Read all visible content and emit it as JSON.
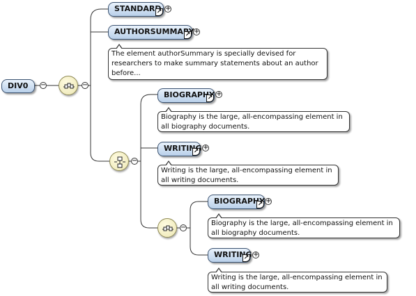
{
  "root": {
    "label": "DIV0",
    "toggle": "−"
  },
  "sequence_toggle": "−",
  "standard": {
    "label": "STANDARD",
    "badge": "↗",
    "expand": "+"
  },
  "authorsummary": {
    "label": "AUTHORSUMMARY",
    "badge": "↗",
    "expand": "+",
    "note_line1": "The element authorSummary is specially devised for",
    "note_line2": "researchers to make summary statements about an author",
    "note_line3": "before..."
  },
  "choice1": {
    "toggle": "−"
  },
  "biography1": {
    "label": "BIOGRAPHY",
    "badge": "↗",
    "expand": "+",
    "note_line1": "Biography is the large, all-encompassing element in",
    "note_line2": "all biography documents."
  },
  "writing1": {
    "label": "WRITING",
    "badge": "↗",
    "expand": "+",
    "note_line1": "Writing is the large, all-encompassing element in",
    "note_line2": "all writing documents."
  },
  "sequence2": {
    "toggle": "−"
  },
  "biography2": {
    "label": "BIOGRAPHY",
    "badge": "↗",
    "expand": "+",
    "note_line1": "Biography is the large, all-encompassing element in",
    "note_line2": "all biography documents."
  },
  "writing2": {
    "label": "WRITING",
    "badge": "↗",
    "expand": "+",
    "note_line1": "Writing is the large, all-encompassing element in",
    "note_line2": "all writing documents."
  }
}
